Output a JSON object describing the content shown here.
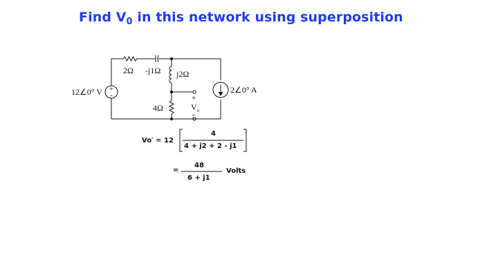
{
  "title": {
    "prefix": "Find V",
    "subscript": "0",
    "suffix": " in this network using superposition"
  },
  "circuit": {
    "r1": "2Ω",
    "cap": "-j1Ω",
    "ind": "j2Ω",
    "r2": "4Ω",
    "vsource": "12∠0° V",
    "isource": "2∠0° A",
    "vo_plus": "+",
    "vo_minus": "-",
    "vo_base": "V",
    "vo_sub": "o"
  },
  "equation": {
    "lhs": "Vo′ = 12",
    "numerator1": "4",
    "denominator1": "4 + j2 + 2 - j1",
    "equals": "=",
    "numerator2": "48",
    "denominator2": "6 + j1",
    "unit": "Volts"
  }
}
